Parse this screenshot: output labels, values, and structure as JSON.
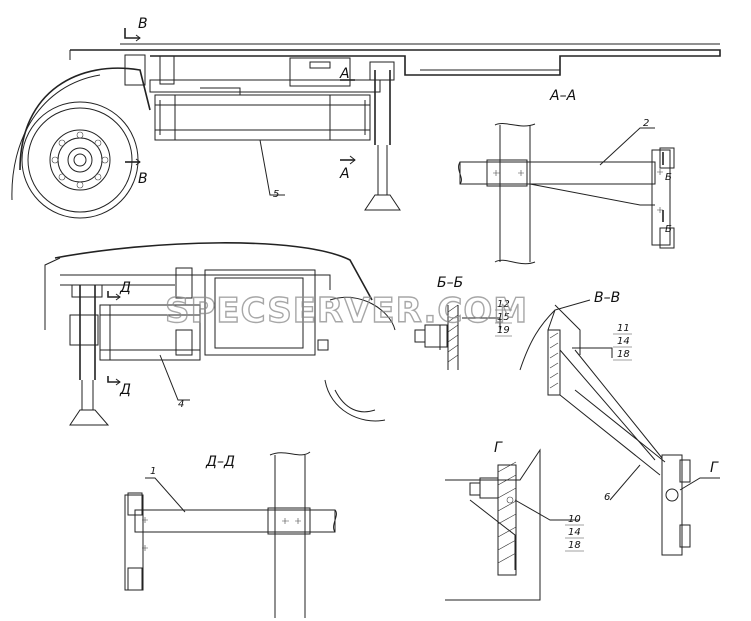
{
  "sections": {
    "aa_title": "А–А",
    "bb_title": "Б–Б",
    "vv_title": "В–В",
    "dd_title": "Д–Д",
    "g_title": "Г",
    "g_callout": "Г",
    "a_marker_top": "А",
    "a_marker_bottom": "А",
    "v_marker_top": "В",
    "v_marker_bottom": "В",
    "d_marker_top": "Д",
    "d_marker_bottom": "Д",
    "b_marker_top": "Б",
    "b_marker_bottom": "Б"
  },
  "parts": {
    "p1": "1",
    "p2": "2",
    "p4": "4",
    "p5": "5",
    "p6": "6"
  },
  "fastener_stacks": {
    "bb": [
      "12",
      "15",
      "19"
    ],
    "vv": [
      "11",
      "14",
      "18"
    ],
    "g": [
      "10",
      "14",
      "18"
    ]
  },
  "watermark": "SPECSERVER.COM"
}
